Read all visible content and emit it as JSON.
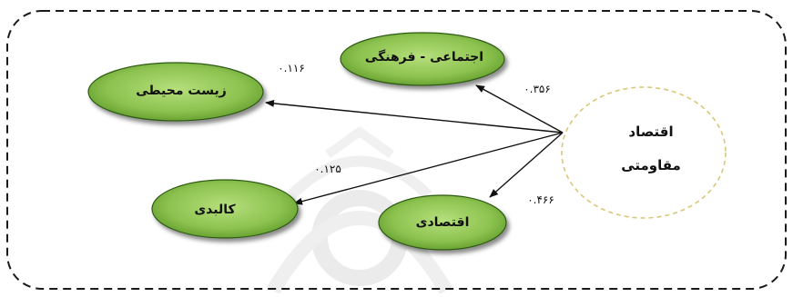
{
  "diagram": {
    "center": {
      "line1": "اقتصاد",
      "line2": "مقاومتی"
    },
    "nodes": {
      "social_cultural": "اجتماعی - فرهنگی",
      "environmental": "زیست محیطی",
      "physical": "کالبدی",
      "economic": "اقتصادی"
    },
    "coefficients": {
      "social_cultural": "۰.۳۵۶",
      "environmental": "۰.۱۱۶",
      "physical": "۰.۱۲۵",
      "economic": "۰.۴۶۶"
    },
    "colors": {
      "node_fill_light": "#a8d66b",
      "node_fill_dark": "#5f9a2a",
      "node_stroke": "#2e5a12",
      "center_stroke": "#d9c77a",
      "frame_stroke": "#1a1a1a",
      "arrow": "#111111",
      "watermark": "#dcdcdc"
    }
  }
}
